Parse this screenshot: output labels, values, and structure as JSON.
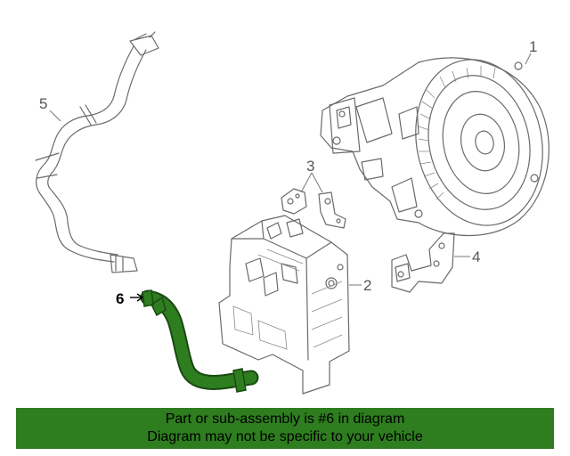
{
  "diagram": {
    "callouts": [
      {
        "label": "1"
      },
      {
        "label": "2"
      },
      {
        "label": "3"
      },
      {
        "label": "4"
      },
      {
        "label": "5"
      },
      {
        "label": "6"
      }
    ],
    "highlight_color": "#2e7d1f",
    "highlight_outline": "#1b4a12",
    "line_color": "#6a6a6a"
  },
  "banner": {
    "line1": "Part or sub-assembly is #6 in diagram",
    "line2": "Diagram may not be specific to your vehicle",
    "background": "#2e7d1f",
    "text_color": "#000000"
  }
}
